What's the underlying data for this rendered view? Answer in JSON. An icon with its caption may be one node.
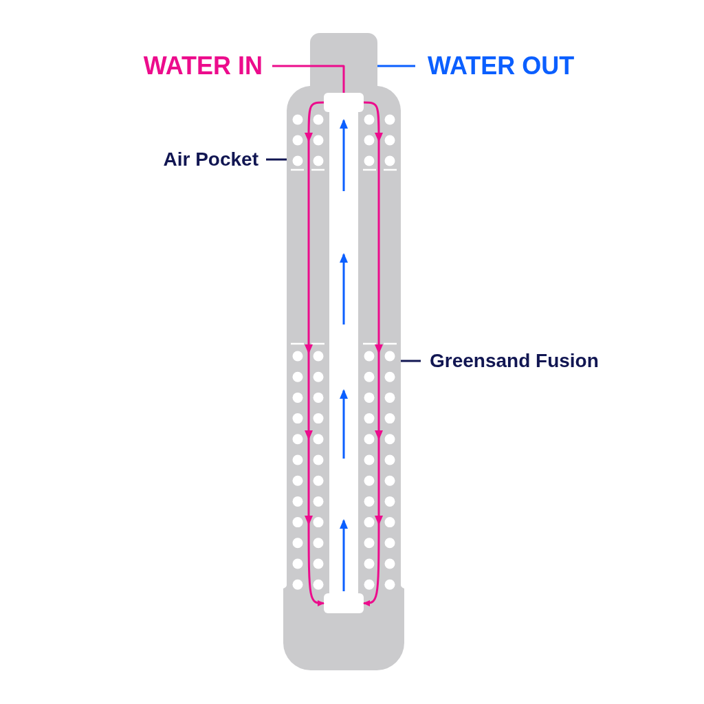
{
  "diagram": {
    "nodes": [
      {
        "text": [
          "WATER IN"
        ]
      },
      {
        "text": [],
        "shape": "picture"
      },
      {
        "text": [
          "WATER OUT"
        ]
      },
      {
        "text": [],
        "shape": "box",
        "in": 1
      },
      {
        "text": [
          "Air Pocket"
        ]
      },
      {
        "text": [
          "Greensand Fusion"
        ]
      },
      {
        "text": [],
        "shape": "box",
        "in": 1
      }
    ],
    "edges": [
      {
        "from": 0,
        "to": 3,
        "arrow": "none"
      },
      {
        "from": 1,
        "to": 2,
        "arrow": "none",
        "color": "#0b5fff"
      },
      {
        "from": 3,
        "to": 6,
        "arrow": "to"
      },
      {
        "from": 3,
        "to": 6,
        "arrow": "to"
      },
      {
        "from": 4,
        "to": 1,
        "arrow": "none",
        "color": "#111652"
      },
      {
        "from": 5,
        "to": 1,
        "arrow": "none",
        "color": "#111652"
      }
    ]
  }
}
